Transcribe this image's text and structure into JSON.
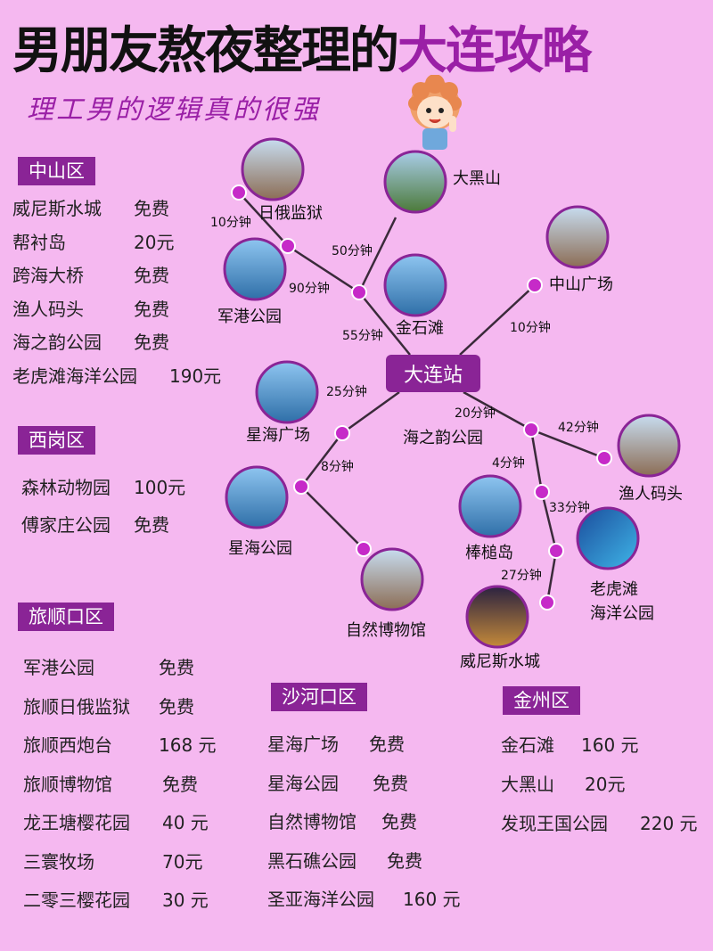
{
  "title": {
    "part1": "男朋友熬夜整理的",
    "part2": "大连攻略"
  },
  "subtitle": "理工男的逻辑真的很强",
  "station": "大连站",
  "colors": {
    "background": "#f5b8f0",
    "accent": "#8a2496",
    "title_accent": "#9a1fa6",
    "line": "#3a2a3a",
    "node": "#c62ac8"
  },
  "districts": {
    "zhongshan": {
      "name": "中山区",
      "items": [
        {
          "name": "威尼斯水城",
          "price": "免费"
        },
        {
          "name": "帮衬岛",
          "price": "20元"
        },
        {
          "name": "跨海大桥",
          "price": "免费"
        },
        {
          "name": "渔人码头",
          "price": "免费"
        },
        {
          "name": "海之韵公园",
          "price": "免费"
        },
        {
          "name": "老虎滩海洋公园",
          "price": "190元"
        }
      ]
    },
    "xigang": {
      "name": "西岗区",
      "items": [
        {
          "name": "森林动物园",
          "price": "100元"
        },
        {
          "name": "傅家庄公园",
          "price": "免费"
        }
      ]
    },
    "lvshun": {
      "name": "旅顺口区",
      "items": [
        {
          "name": "军港公园",
          "price": "免费"
        },
        {
          "name": "旅顺日俄监狱",
          "price": "免费"
        },
        {
          "name": "旅顺西炮台",
          "price": "168 元"
        },
        {
          "name": "旅顺博物馆",
          "price": "免费"
        },
        {
          "name": "龙王塘樱花园",
          "price": "40 元"
        },
        {
          "name": "三寰牧场",
          "price": "70元"
        },
        {
          "name": "二零三樱花园",
          "price": "30 元"
        }
      ]
    },
    "shahekou": {
      "name": "沙河口区",
      "items": [
        {
          "name": "星海广场",
          "price": "免费"
        },
        {
          "name": "星海公园",
          "price": "免费"
        },
        {
          "name": "自然博物馆",
          "price": "免费"
        },
        {
          "name": "黑石礁公园",
          "price": "免费"
        },
        {
          "name": "圣亚海洋公园",
          "price": "160 元"
        }
      ]
    },
    "jinzhou": {
      "name": "金州区",
      "items": [
        {
          "name": "金石滩",
          "price": "160 元"
        },
        {
          "name": "大黑山",
          "price": "20元"
        },
        {
          "name": "发现王国公园",
          "price": "220 元"
        }
      ]
    }
  },
  "map": {
    "places": {
      "riejianyu": "日俄监狱",
      "daheishan": "大黑山",
      "junggang": "军港公园",
      "jinshitan": "金石滩",
      "zhongshan_square": "中山广场",
      "xinghai_square": "星海广场",
      "haizhiyun": "海之韵公园",
      "yuren": "渔人码头",
      "xinghai_park": "星海公园",
      "bangchui": "棒槌岛",
      "laohutan_1": "老虎滩",
      "laohutan_2": "海洋公园",
      "natural_museum": "自然博物馆",
      "venice": "威尼斯水城"
    },
    "times": {
      "t10a": "10分钟",
      "t50": "50分钟",
      "t90": "90分钟",
      "t55": "55分钟",
      "t10b": "10分钟",
      "t25": "25分钟",
      "t8": "8分钟",
      "t20": "20分钟",
      "t42": "42分钟",
      "t4": "4分钟",
      "t33": "33分钟",
      "t27": "27分钟"
    }
  }
}
